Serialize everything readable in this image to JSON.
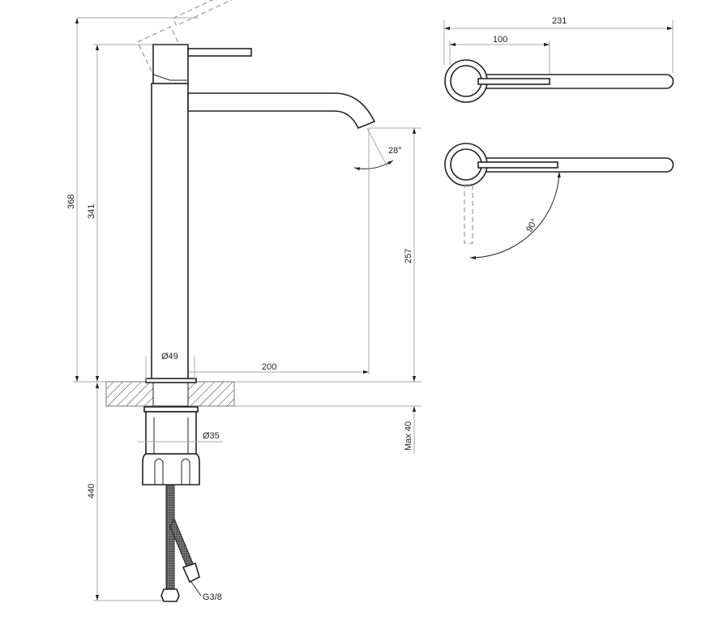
{
  "side_view": {
    "total_height": "368",
    "body_height": "341",
    "spout_height": "257",
    "spout_reach": "200",
    "body_diameter": "Ø49",
    "spout_angle": "28°",
    "shank_diameter": "Ø35",
    "max_counter_thickness": "Max 40",
    "hose_length": "440",
    "connection": "G3/8"
  },
  "top_view": {
    "overall_length": "231",
    "lever_length": "100",
    "lever_rotation": "90°"
  }
}
